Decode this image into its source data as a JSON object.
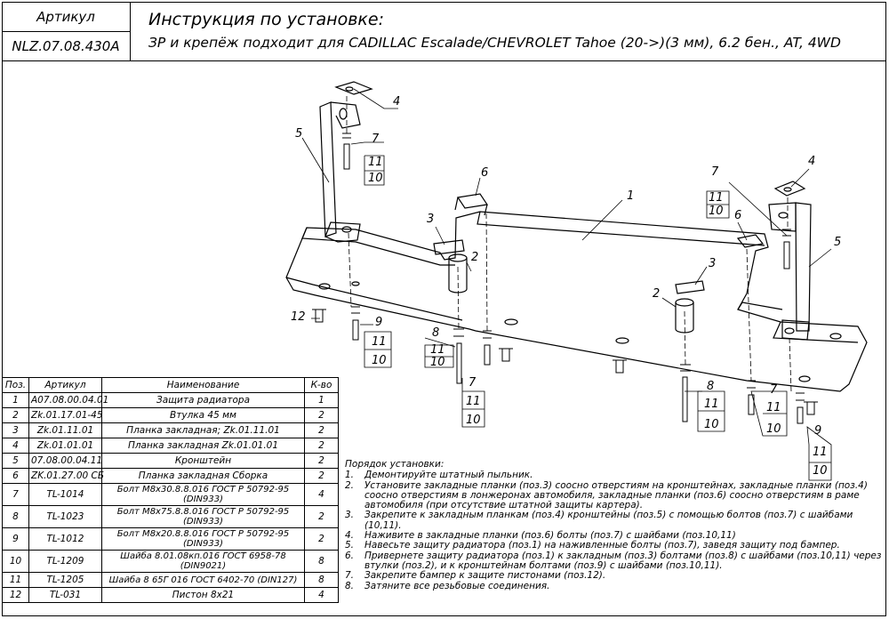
{
  "header": {
    "article_label": "Артикул",
    "article_code": "NLZ.07.08.430A",
    "title": "Инструкция по установке:",
    "subtitle": "ЗР и крепёж подходит для CADILLAC Escalade/CHEVROLET Tahoe (20->)(3 мм), 6.2 бен., AT, 4WD"
  },
  "parts_table": {
    "headers": [
      "Поз.",
      "Артикул",
      "Наименование",
      "К-во"
    ],
    "rows": [
      {
        "pos": "1",
        "article": "A07.08.00.04.01",
        "name": "Защита радиатора",
        "qty": "1"
      },
      {
        "pos": "2",
        "article": "Zk.01.17.01-45",
        "name": "Втулка 45 мм",
        "qty": "2"
      },
      {
        "pos": "3",
        "article": "Zk.01.11.01",
        "name": "Планка закладная; Zk.01.11.01",
        "qty": "2"
      },
      {
        "pos": "4",
        "article": "Zk.01.01.01",
        "name": "Планка закладная Zk.01.01.01",
        "qty": "2"
      },
      {
        "pos": "5",
        "article": "07.08.00.04.11",
        "name": "Кронштейн",
        "qty": "2"
      },
      {
        "pos": "6",
        "article": "ZK.01.27.00 СБ",
        "name": "Планка закладная Сборка",
        "qty": "2"
      },
      {
        "pos": "7",
        "article": "TL-1014",
        "name": "Болт М8х30.8.8.016 ГОСТ Р 50792-95 (DIN933)",
        "qty": "4"
      },
      {
        "pos": "8",
        "article": "TL-1023",
        "name": "Болт М8х75.8.8.016 ГОСТ Р 50792-95 (DIN933)",
        "qty": "2"
      },
      {
        "pos": "9",
        "article": "TL-1012",
        "name": "Болт М8х20.8.8.016 ГОСТ Р 50792-95 (DIN933)",
        "qty": "2"
      },
      {
        "pos": "10",
        "article": "TL-1209",
        "name": "Шайба 8.01.08кп.016 ГОСТ 6958-78 (DIN9021)",
        "qty": "8"
      },
      {
        "pos": "11",
        "article": "TL-1205",
        "name": "Шайба 8 65Г 016 ГОСТ 6402-70 (DIN127)",
        "qty": "8"
      },
      {
        "pos": "12",
        "article": "TL-031",
        "name": "Пистон 8х21",
        "qty": "4"
      }
    ]
  },
  "instructions": {
    "heading": "Порядок установки:",
    "steps": [
      {
        "n": "1.",
        "text": "Демонтируйте штатный пыльник."
      },
      {
        "n": "2.",
        "text": "Установите закладные планки (поз.3) соосно отверстиям на кронштейнах, закладные планки (поз.4) соосно отверстиям в лонжеронах автомобиля, закладные планки (поз.6) соосно отверстиям в раме автомобиля (при отсутствие штатной защиты картера)."
      },
      {
        "n": "3.",
        "text": "Закрепите к закладным планкам (поз.4) кронштейны (поз.5) с помощью болтов (поз.7) с шайбами (10,11)."
      },
      {
        "n": "4.",
        "text": "Наживите в закладные планки (поз.6) болты (поз.7) с шайбами (поз.10,11)"
      },
      {
        "n": "5.",
        "text": "Навесьте защиту радиатора (поз.1) на наживленные болты (поз.7), заведя защиту под бампер."
      },
      {
        "n": "6.",
        "text": "Привернете защиту радиатора (поз.1) к закладным (поз.3) болтами (поз.8) с шайбами (поз.10,11) через втулки (поз.2), и к кронштейнам болтами (поз.9) с шайбами (поз.10,11)."
      },
      {
        "n": "7.",
        "text": "Закрепите бампер к защите пистонами (поз.12)."
      },
      {
        "n": "8.",
        "text": "Затяните все резьбовые соединения."
      }
    ]
  },
  "drawing": {
    "callouts": {
      "p1": "1",
      "p2a": "2",
      "p2b": "2",
      "p3a": "3",
      "p3b": "3",
      "p4a": "4",
      "p4b": "4",
      "p5a": "5",
      "p5b": "5",
      "p6a": "6",
      "p6b": "6",
      "p7a": "7",
      "p7b": "7",
      "p7c": "7",
      "p7d": "7",
      "p8a": "8",
      "p8b": "8",
      "p9a": "9",
      "p9b": "9",
      "p10a": "10",
      "p10b": "10",
      "p10c": "10",
      "p10d": "10",
      "p10e": "10",
      "p10f": "10",
      "p10g": "10",
      "p11a": "11",
      "p11b": "11",
      "p11c": "11",
      "p11d": "11",
      "p11e": "11",
      "p11f": "11",
      "p11g": "11",
      "p12": "12"
    }
  }
}
